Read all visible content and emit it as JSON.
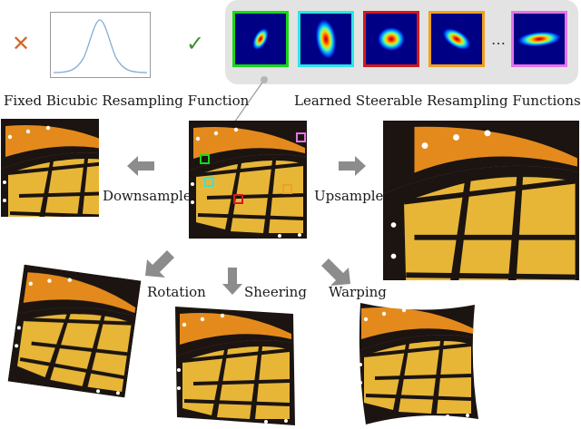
{
  "fixed": {
    "caption": "Fixed Bicubic Resampling Function",
    "mark": "✕",
    "mark_color": "#d2692b"
  },
  "learned": {
    "caption": "Learned Steerable Resampling Functions",
    "mark": "✓",
    "mark_color": "#3f8f2f",
    "ellipsis": "…",
    "kernel_border_colors": [
      "#18d818",
      "#2be6e6",
      "#d21a1a",
      "#f0a020",
      "#e674e6"
    ]
  },
  "operations": {
    "downsample": "Downsample",
    "upsample": "Upsample",
    "rotation": "Rotation",
    "sheering": "Sheering",
    "warping": "Warping"
  },
  "colors": {
    "wing_orange": "#e48a1c",
    "wing_yellow": "#e8b637",
    "vein_black": "#1b1410",
    "flower_pink": "#c06a8f",
    "arrow_gray": "#8c8c8c",
    "curve_blue": "#86acd6"
  }
}
